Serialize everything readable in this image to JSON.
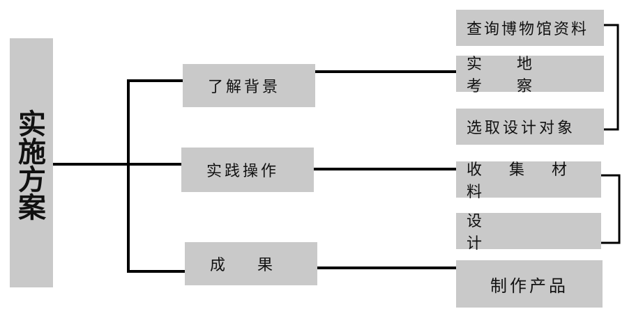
{
  "root": {
    "label": "实施方案"
  },
  "stages": [
    {
      "label": "了解背景"
    },
    {
      "label": "实践操作"
    },
    {
      "label": "成果"
    }
  ],
  "background_items": [
    {
      "label": "查询博物馆资料"
    },
    {
      "label": "实地考察"
    },
    {
      "label": "选取设计对象"
    }
  ],
  "practice_items": [
    {
      "label": "收集材料"
    },
    {
      "label": "设计"
    }
  ],
  "result_items": [
    {
      "label": "制作产品"
    }
  ]
}
